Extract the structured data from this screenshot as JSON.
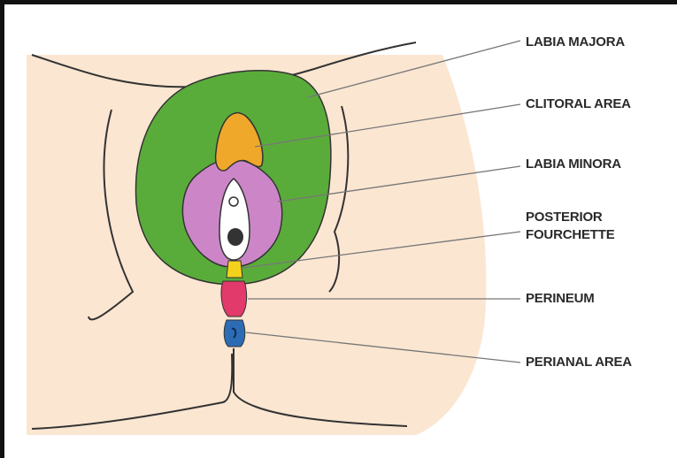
{
  "labels": {
    "labia_majora": "LABIA MAJORA",
    "clitoral_area": "CLITORAL AREA",
    "labia_minora": "LABIA MINORA",
    "posterior_fourchette_line1": "POSTERIOR",
    "posterior_fourchette_line2": "FOURCHETTE",
    "perineum": "PERINEUM",
    "perianal_area": "PERIANAL AREA"
  },
  "colors": {
    "skin": "#fbe6d2",
    "labia_majora": "#5aac3a",
    "clitoral_area": "#f0a82a",
    "labia_minora": "#cc86c8",
    "posterior_fourchette": "#f4d21c",
    "perineum": "#e23a6a",
    "perianal_area": "#2c6cb4",
    "outline": "#333333",
    "leader_line": "#777777"
  }
}
